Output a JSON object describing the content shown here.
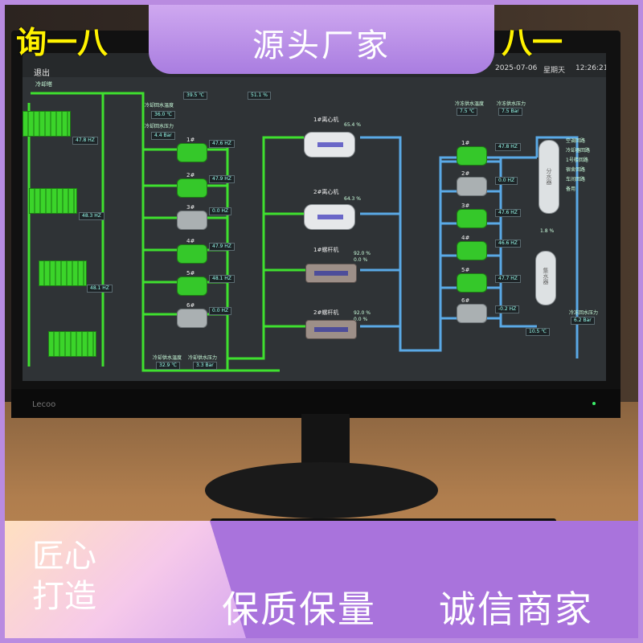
{
  "brand": {
    "left": "询一八",
    "right": "八一",
    "center_banner": "源头厂家"
  },
  "bottom": {
    "corner_line1": "匠心",
    "corner_line2": "打造",
    "slogan1": "保质保量",
    "slogan2": "诚信商家"
  },
  "monitor_logo": "Lecoo",
  "header": {
    "exit": "退出",
    "date": "2025-07-06",
    "weekday": "星期天",
    "time": "12:26:21"
  },
  "section": {
    "cooling_tower": "冷却塔"
  },
  "colors": {
    "pipe_green": "#3fe02f",
    "pipe_blue": "#5aa9e6",
    "banner": "#a973dc",
    "highlight": "#fff200"
  },
  "top_values": {
    "v1": "39.5 ℃",
    "v2": "51.1 %"
  },
  "cooling": {
    "return_temp_label": "冷却回水温度",
    "return_temp": "36.0 ℃",
    "return_press_label": "冷却回水压力",
    "return_press": "4.4 Bar",
    "supply_temp_label": "冷却供水温度",
    "supply_temp": "32.9 ℃",
    "supply_press_label": "冷却供水压力",
    "supply_press": "3.3 Bar"
  },
  "tower_hz": [
    "47.8 HZ",
    "48.3 HZ",
    "48.1 HZ"
  ],
  "cooling_pumps": [
    {
      "name": "1#",
      "hz": "47.6 HZ",
      "on": true
    },
    {
      "name": "2#",
      "hz": "47.9 HZ",
      "on": true
    },
    {
      "name": "3#",
      "hz": "0.0 HZ",
      "on": false
    },
    {
      "name": "4#",
      "hz": "47.9 HZ",
      "on": true
    },
    {
      "name": "5#",
      "hz": "48.1 HZ",
      "on": true
    },
    {
      "name": "6#",
      "hz": "0.0 HZ",
      "on": false
    }
  ],
  "chillers": [
    {
      "name": "1#离心机",
      "pct1": "65.4 %",
      "pct2": ""
    },
    {
      "name": "2#离心机",
      "pct1": "64.3 %",
      "pct2": ""
    },
    {
      "name": "1#螺杆机",
      "pct1": "92.0 %",
      "pct2": "0.0 %"
    },
    {
      "name": "2#螺杆机",
      "pct1": "92.0 %",
      "pct2": "0.0 %"
    }
  ],
  "chilled": {
    "supply_temp_label": "冷冻供水温度",
    "supply_temp": "7.5 ℃",
    "supply_press_label": "冷冻供水压力",
    "supply_press": "7.5 Bar",
    "return_temp": "10.5 ℃",
    "return_press_label": "冷冻回水压力",
    "return_press": "6.2 Bar",
    "valve_pct": "1.8 %"
  },
  "chilled_pumps": [
    {
      "name": "1#",
      "hz": "47.8 HZ",
      "on": true
    },
    {
      "name": "2#",
      "hz": "0.0 HZ",
      "on": false
    },
    {
      "name": "3#",
      "hz": "47.6 HZ",
      "on": true
    },
    {
      "name": "4#",
      "hz": "46.6 HZ",
      "on": true
    },
    {
      "name": "5#",
      "hz": "47.7 HZ",
      "on": true
    },
    {
      "name": "6#",
      "hz": "-0.2 HZ",
      "on": false
    }
  ],
  "tanks": {
    "top": "分水器",
    "bottom": "集水器"
  },
  "branches": [
    "空调回路",
    "冷却器回路",
    "1号楼回路",
    "宿舍回路",
    "车间回路",
    "备用"
  ]
}
